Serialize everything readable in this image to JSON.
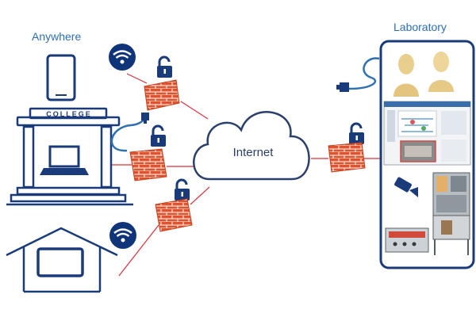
{
  "labels": {
    "anywhere": "Anywhere",
    "laboratory": "Laboratory",
    "internet": "Internet",
    "college": "COLLEGE"
  },
  "colors": {
    "navy": "#1a3b7a",
    "label_blue": "#2d6fb3",
    "firewall_brick": "#e0532d",
    "link_line": "#d9313c",
    "cloud_stroke": "#2b3f6c",
    "wifi_badge": "#10347a"
  },
  "icons": [
    "tablet-icon",
    "wifi-icon",
    "padlock-icon",
    "firewall-icon",
    "college-building-icon",
    "laptop-icon",
    "network-cable-icon",
    "house-icon",
    "cloud-icon",
    "security-camera-icon"
  ]
}
